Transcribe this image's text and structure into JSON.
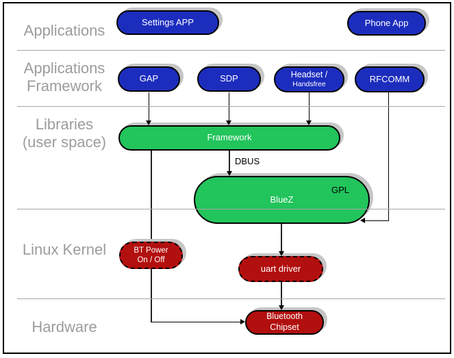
{
  "layers": [
    {
      "label": "Applications"
    },
    {
      "label_line1": "Applications",
      "label_line2": "Framework"
    },
    {
      "label_line1": "Libraries",
      "label_line2": "(user space)"
    },
    {
      "label": "Linux Kernel"
    },
    {
      "label": "Hardware"
    }
  ],
  "nodes": {
    "settings_app": {
      "label": "Settings APP"
    },
    "phone_app": {
      "label": "Phone App"
    },
    "gap": {
      "label": "GAP"
    },
    "sdp": {
      "label": "SDP"
    },
    "headset": {
      "label_line1": "Headset /",
      "label_line2": "Handsfree"
    },
    "rfcomm": {
      "label": "RFCOMM"
    },
    "framework": {
      "label": "Framework"
    },
    "bluez": {
      "label": "BlueZ",
      "license_badge": "GPL"
    },
    "bt_power": {
      "label_line1": "BT Power",
      "label_line2": "On / Off"
    },
    "uart_driver": {
      "label": "uart driver"
    },
    "bluetooth_chipset": {
      "label_line1": "Bluetooth",
      "label_line2": "Chipset"
    }
  },
  "edges": {
    "dbus_label": "DBUS"
  },
  "colors": {
    "app_pill": "#1c2dbe",
    "library_pill": "#22c45c",
    "kernel_pill": "#b20f0f",
    "pill_shadow": "#c6c6c6",
    "divider": "#a6a6a6",
    "layer_label": "#9c9c9c",
    "arrow": "#000000"
  }
}
